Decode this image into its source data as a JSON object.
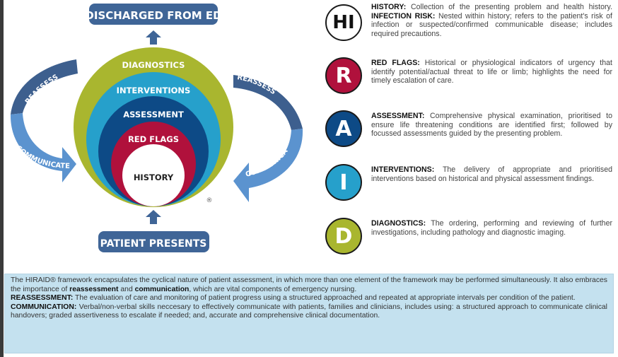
{
  "diagram": {
    "top_box_label": "DISCHARGED FROM ED",
    "bottom_box_label": "PATIENT PRESENTS",
    "left_arrow": {
      "top_label": "REASSESS",
      "bottom_label": "COMMUNICATE"
    },
    "right_arrow": {
      "top_label": "REASSESS",
      "bottom_label": "COMMUNICATE"
    },
    "rings": [
      {
        "label": "DIAGNOSTICS",
        "color": "#a9b62f"
      },
      {
        "label": "INTERVENTIONS",
        "color": "#26a0cb"
      },
      {
        "label": "ASSESSMENT",
        "color": "#0d4a86"
      },
      {
        "label": "RED FLAGS",
        "color": "#b0113c"
      },
      {
        "label": "HISTORY",
        "color": "#ffffff"
      }
    ],
    "registered_mark": "®",
    "colors": {
      "box_fill": "#3f6597",
      "arrow_dark": "#3d5f8e",
      "arrow_light": "#5b93cf"
    }
  },
  "definitions": [
    {
      "letter": "HI",
      "color": "#ffffff",
      "text_color": "#111111",
      "term": "HISTORY:",
      "body": " Collection of the presenting problem and health history. ",
      "term2": "INFECTION RISK:",
      "body2": " Nested within history; refers to the patient's risk of infection or suspected/confirmed communicable disease; includes required precautions."
    },
    {
      "letter": "R",
      "color": "#b0113c",
      "text_color": "#ffffff",
      "term": "RED FLAGS:",
      "body": " Historical or physiological indicators of urgency that identify potential/actual threat to life or limb; highlights the need for timely escalation of care."
    },
    {
      "letter": "A",
      "color": "#0d4a86",
      "text_color": "#ffffff",
      "term": "ASSESSMENT:",
      "body": " Comprehensive physical examination, prioritised to ensure life threatening conditions are identified first; followed by focussed assessments guided by the presenting problem."
    },
    {
      "letter": "I",
      "color": "#26a0cb",
      "text_color": "#ffffff",
      "term": "INTERVENTIONS:",
      "body": " The delivery of appropriate and prioritised interventions based on historical and physical assessment findings."
    },
    {
      "letter": "D",
      "color": "#a9b62f",
      "text_color": "#ffffff",
      "term": "DIAGNOSTICS:",
      "body": " The ordering, performing and reviewing of further investigations, including pathology and diagnostic imaging."
    }
  ],
  "footer": {
    "intro_1": "The HIRAID® framework encapsulates the cyclical nature of patient assessment, in which more than one element of the framework may be performed simultaneously. It also embraces the importance of ",
    "intro_bold_1": "reassessment",
    "intro_2": " and ",
    "intro_bold_2": "communication",
    "intro_3": ", which are vital components of emergency nursing.",
    "reassessment_term": "REASSESSMENT:",
    "reassessment_body": " The evaluation of care and monitoring of patient progress using a structured approached and repeated at appropriate intervals per condition of the patient.",
    "communication_term": "COMMUNICATION:",
    "communication_body": " Verbal/non-verbal skills neccesary to effectively communicate with patients, families and clinicians, includes using: a structured approach  to communicate clinical handovers; graded assertiveness to escalate if needed; and, accurate and comprehensive clinical documentation.",
    "background": "#c4e1ef"
  }
}
